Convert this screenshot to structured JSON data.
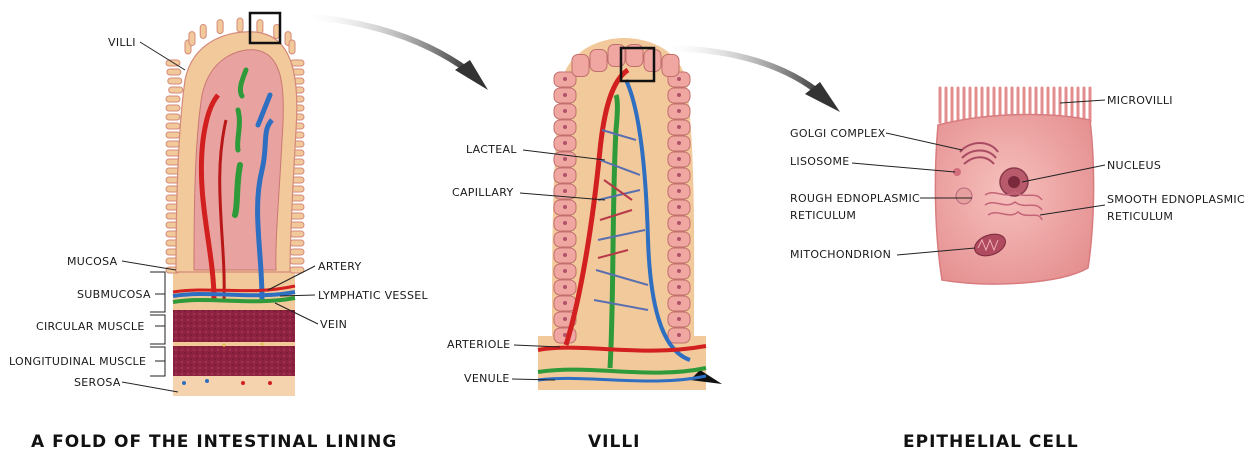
{
  "panels": {
    "fold": {
      "title": "A FOLD OF THE INTESTINAL LINING",
      "labels": {
        "villi": "VILLI",
        "mucosa": "MUCOSA",
        "submucosa": "SUBMUCOSA",
        "circular_muscle": "CIRCULAR MUSCLE",
        "longitudinal_muscle": "LONGITUDINAL MUSCLE",
        "serosa": "SEROSA",
        "artery": "ARTERY",
        "lymphatic_vessel": "LYMPHATIC VESSEL",
        "vein": "VEIN"
      }
    },
    "villi": {
      "title": "VILLI",
      "labels": {
        "lacteal": "LACTEAL",
        "capillary": "CAPILLARY",
        "arteriole": "ARTERIOLE",
        "venule": "VENULE"
      }
    },
    "cell": {
      "title": "EPITHELIAL CELL",
      "labels": {
        "microvilli": "MICROVILLI",
        "golgi": "GOLGI COMPLEX",
        "lisosome": "LISOSOME",
        "nucleus": "NUCLEUS",
        "rough_er_1": "ROUGH EDNOPLASMIC",
        "rough_er_2": "RETICULUM",
        "smooth_er_1": "SMOOTH EDNOPLASMIC",
        "smooth_er_2": "RETICULUM",
        "mitochondrion": "MITOCHONDRION"
      }
    }
  },
  "colors": {
    "tissue": "#f2c99a",
    "lumen": "#e8a3a0",
    "artery": "#d21f1f",
    "vein": "#2f6fc1",
    "lymphatic": "#2e9a3a",
    "muscle": "#8a1e3a",
    "cell": "#f2a0a0"
  }
}
